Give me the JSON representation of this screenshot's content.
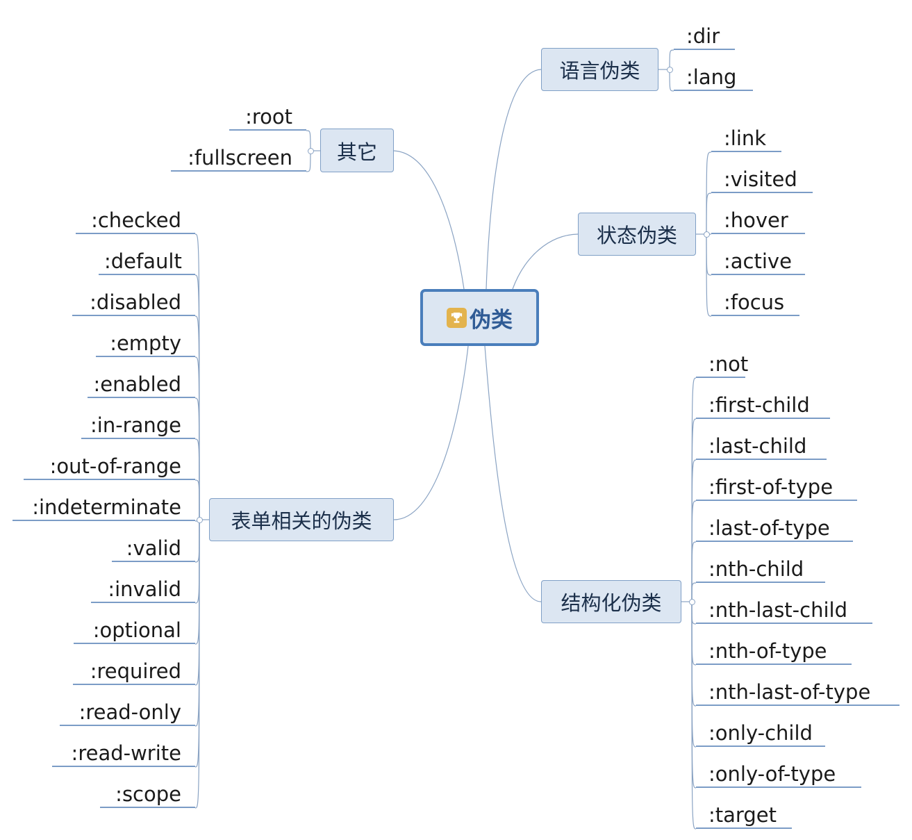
{
  "central": "伪类",
  "branches": {
    "lang": {
      "label": "语言伪类",
      "children": [
        ":dir",
        ":lang"
      ]
    },
    "other": {
      "label": "其它",
      "children": [
        ":root",
        ":fullscreen"
      ]
    },
    "state": {
      "label": "状态伪类",
      "children": [
        ":link",
        ":visited",
        ":hover",
        ":active",
        ":focus"
      ]
    },
    "form": {
      "label": "表单相关的伪类",
      "children": [
        ":checked",
        ":default",
        ":disabled",
        ":empty",
        ":enabled",
        ":in-range",
        ":out-of-range",
        ":indeterminate",
        ":valid",
        ":invalid",
        ":optional",
        ":required",
        ":read-only",
        ":read-write",
        ":scope"
      ]
    },
    "struct": {
      "label": "结构化伪类",
      "children": [
        ":not",
        ":first-child",
        ":last-child",
        ":first-of-type",
        ":last-of-type",
        ":nth-child",
        ":nth-last-child",
        ":nth-of-type",
        ":nth-last-of-type",
        ":only-child",
        ":only-of-type",
        ":target"
      ]
    }
  },
  "colors": {
    "node_fill": "#dce6f2",
    "node_border": "#7f9fc6",
    "central_border": "#4a7ebb",
    "trophy": "#e3b34d"
  },
  "icons": {
    "central": "trophy-icon",
    "collapse": "collapse-toggle-icon"
  }
}
